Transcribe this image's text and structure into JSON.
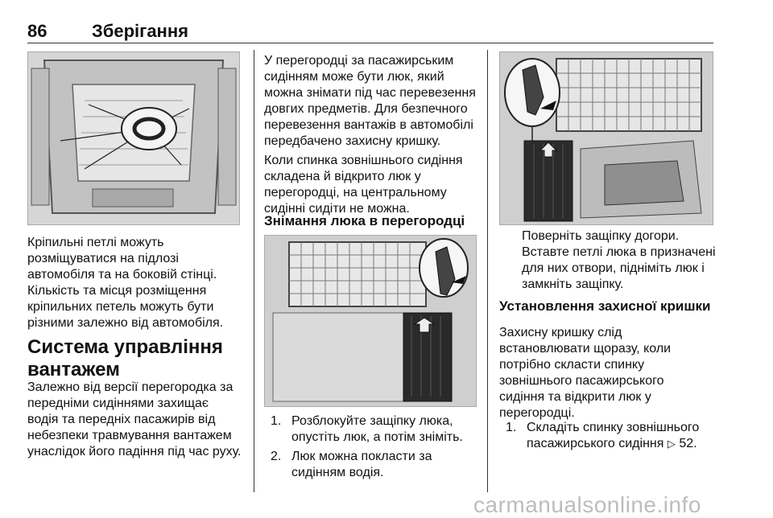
{
  "header": {
    "page_number": "86",
    "title": "Зберігання"
  },
  "col1": {
    "caption_lines": [
      "Кріпильні петлі можуть",
      "розміщуватися на підлозі",
      "автомобіля та на боковій стінці.",
      "Кількість та місця розміщення",
      "кріпильних петель можуть бути",
      "різними залежно від автомобіля."
    ],
    "heading_lines": [
      "Система управління",
      "вантажем"
    ],
    "body_lines": [
      "Залежно від версії перегородка за",
      "передніми сидіннями захищає",
      "водія та передніх пасажирів від",
      "небезпеки травмування вантажем",
      "унаслідок його падіння під час руху."
    ]
  },
  "col2": {
    "para1_lines": [
      "У перегородці за пасажирським",
      "сидінням може бути люк, який",
      "можна знімати під час перевезення",
      "довгих предметів. Для безпечного",
      "перевезення вантажів в автомобілі",
      "передбачено захисну кришку."
    ],
    "para2_lines": [
      "Коли спинка зовнішнього сидіння",
      "складена й відкрито люк у",
      "перегородці, на центральному",
      "сидінні сидіти не можна."
    ],
    "heading": "Знімання люка в перегородці",
    "steps": [
      {
        "num": "1.",
        "lines": [
          "Розблокуйте защіпку люка,",
          "опустіть люк, а потім зніміть."
        ]
      },
      {
        "num": "2.",
        "lines": [
          "Люк можна покласти за",
          "сидінням водія."
        ]
      }
    ]
  },
  "col3": {
    "note_lines": [
      "Поверніть защіпку догори.",
      "Вставте петлі люка в призначені",
      "для них отвори, підніміть люк і",
      "замкніть защіпку."
    ],
    "heading": "Установлення захисної кришки",
    "body_lines": [
      "Захисну кришку слід",
      "встановлювати щоразу, коли",
      "потрібно скласти спинку",
      "зовнішнього пасажирського",
      "сидіння та відкрити люк у",
      "перегородці."
    ],
    "step": {
      "num": "1.",
      "lines": [
        "Складіть спинку зовнішнього",
        "пасажирського сидіння"
      ],
      "ref": "52."
    }
  },
  "footer": {
    "watermark": "carmanualsonline.info"
  }
}
